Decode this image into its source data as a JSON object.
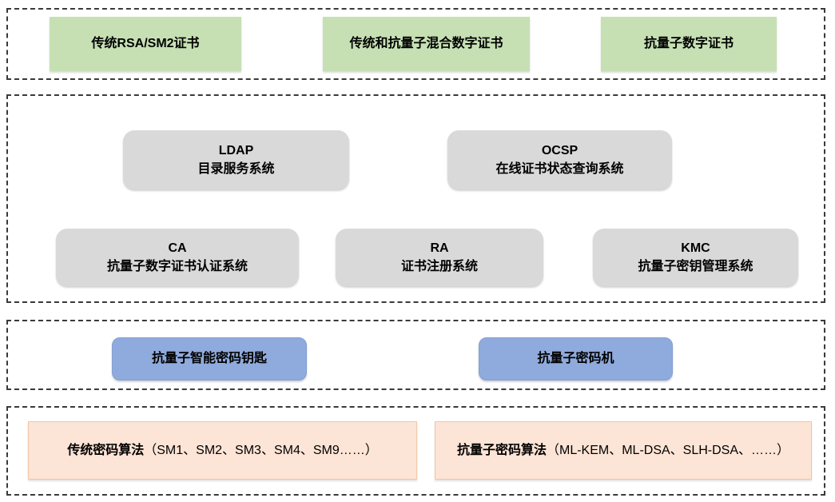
{
  "colors": {
    "certificate_box_fill": "#c6e0b4",
    "system_box_fill": "#d9d9d9",
    "device_box_fill": "#8faadc",
    "algorithm_box_fill": "#fce4d6",
    "algorithm_box_border": "#f0c7a8",
    "dashed_frame": "#3a3a3a",
    "text": "#000000"
  },
  "layers": [
    {
      "boxes": [
        {
          "label": "传统RSA/SM2证书"
        },
        {
          "label": "传统和抗量子混合数字证书"
        },
        {
          "label": "抗量子数字证书"
        }
      ]
    },
    {
      "boxes": [
        {
          "title": "LDAP",
          "subtitle": "目录服务系统"
        },
        {
          "title": "OCSP",
          "subtitle": "在线证书状态查询系统"
        },
        {
          "title": "CA",
          "subtitle": "抗量子数字证书认证系统"
        },
        {
          "title": "RA",
          "subtitle": "证书注册系统"
        },
        {
          "title": "KMC",
          "subtitle": "抗量子密钥管理系统"
        }
      ]
    },
    {
      "boxes": [
        {
          "label": "抗量子智能密码钥匙"
        },
        {
          "label": "抗量子密码机"
        }
      ]
    },
    {
      "boxes": [
        {
          "name": "传统密码算法",
          "detail": "（SM1、SM2、SM3、SM4、SM9……）"
        },
        {
          "name": "抗量子密码算法",
          "detail": "（ML-KEM、ML-DSA、SLH-DSA、……）"
        }
      ]
    }
  ]
}
